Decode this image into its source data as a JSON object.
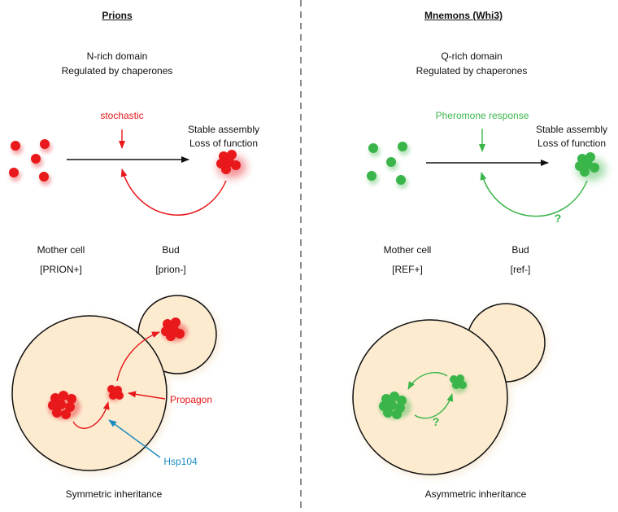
{
  "colors": {
    "prion_red": "#e8181b",
    "mnemon_green": "#3ab54a",
    "hsp_blue": "#1a8bbf",
    "cell_fill": "#fdebd0",
    "divider": "#666666"
  },
  "left": {
    "title": "Prions",
    "domain_line": "N-rich domain",
    "regulation_line": "Regulated by chaperones",
    "trigger": "stochastic",
    "assembly_line1": "Stable assembly",
    "assembly_line2": "Loss of function",
    "mother_label": "Mother cell",
    "mother_state": "[PRION+]",
    "bud_label": "Bud",
    "bud_state": "[prion-]",
    "propagon_label": "Propagon",
    "hsp_label": "Hsp104",
    "inheritance": "Symmetric inheritance"
  },
  "right": {
    "title": "Mnemons (Whi3)",
    "domain_line": "Q-rich domain",
    "regulation_line": "Regulated by chaperones",
    "trigger": "Pheromone response",
    "assembly_line1": "Stable assembly",
    "assembly_line2": "Loss of function",
    "question_top": "?",
    "mother_label": "Mother cell",
    "mother_state": "[REF+]",
    "bud_label": "Bud",
    "bud_state": "[ref-]",
    "question_cell": "?",
    "inheritance": "Asymmetric inheritance"
  }
}
